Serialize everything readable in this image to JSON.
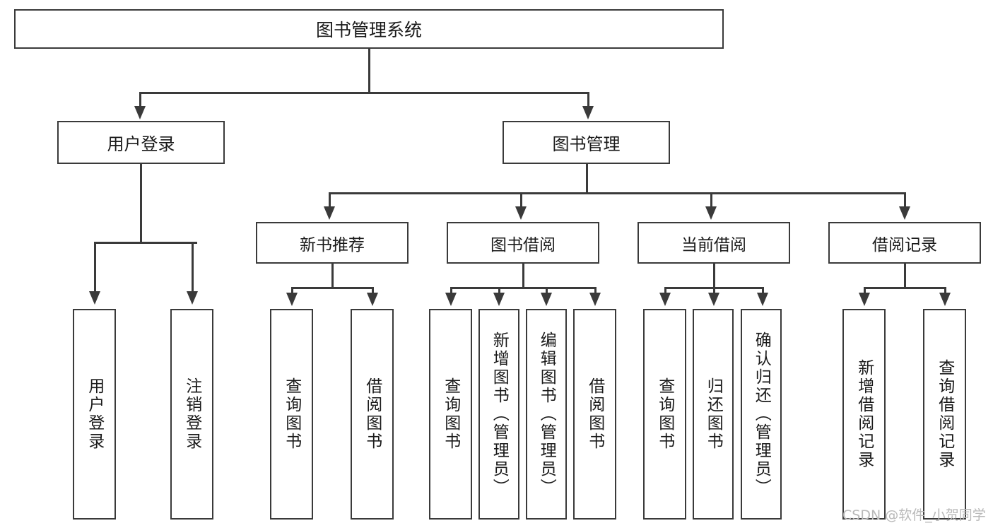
{
  "diagram": {
    "title": "图书管理系统",
    "type": "tree-hierarchy-chart",
    "root": {
      "label": "图书管理系统"
    },
    "level1": [
      {
        "label": "用户登录"
      },
      {
        "label": "图书管理"
      }
    ],
    "level2": [
      {
        "label": "新书推荐"
      },
      {
        "label": "图书借阅"
      },
      {
        "label": "当前借阅"
      },
      {
        "label": "借阅记录"
      }
    ],
    "leaves": {
      "user_login": [
        {
          "label": "用户登录"
        },
        {
          "label": "注销登录"
        }
      ],
      "new_book_recommend": [
        {
          "label": "查询图书"
        },
        {
          "label": "借阅图书"
        }
      ],
      "book_borrow": [
        {
          "label": "查询图书"
        },
        {
          "label": "新增图书（管理员）"
        },
        {
          "label": "编辑图书（管理员）"
        },
        {
          "label": "借阅图书"
        }
      ],
      "current_borrow": [
        {
          "label": "查询图书"
        },
        {
          "label": "归还图书"
        },
        {
          "label": "确认归还（管理员）"
        }
      ],
      "borrow_record": [
        {
          "label": "新增借阅记录"
        },
        {
          "label": "查询借阅记录"
        }
      ]
    }
  },
  "watermark": {
    "text": "CSDN @软件_小贺同学"
  },
  "colors": {
    "stroke": "#3a3a3a",
    "text": "#1a1a1a",
    "background": "#ffffff",
    "watermark": "#b9b9b9"
  }
}
